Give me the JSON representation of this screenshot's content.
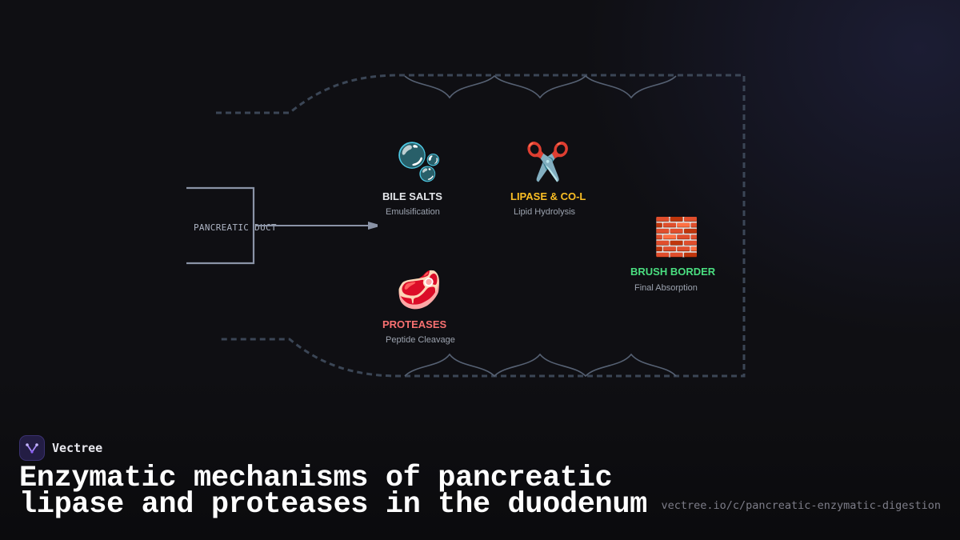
{
  "diagram": {
    "duct_label": "PANCREATIC DUCT",
    "nodes": [
      {
        "id": "bile",
        "icon": "🫧",
        "icon_name": "bubbles-icon",
        "title": "BILE SALTS",
        "subtitle": "Emulsification",
        "color": "#e5e7eb"
      },
      {
        "id": "lipase",
        "icon": "✂️",
        "icon_name": "scissors-icon",
        "title": "LIPASE & CO-L",
        "subtitle": "Lipid Hydrolysis",
        "color": "#fbbf24"
      },
      {
        "id": "protease",
        "icon": "🥩",
        "icon_name": "meat-icon",
        "title": "PROTEASES",
        "subtitle": "Peptide Cleavage",
        "color": "#f87171"
      },
      {
        "id": "brush",
        "icon": "🧱",
        "icon_name": "brick-icon",
        "title": "BRUSH BORDER",
        "subtitle": "Final Absorption",
        "color": "#4ade80"
      }
    ],
    "colors": {
      "outline": "#3b4656",
      "villi": "#566173",
      "duct": "#8a93a6",
      "subtitle": "#9ca3af"
    }
  },
  "footer": {
    "brand": "Vectree",
    "headline": "Enzymatic mechanisms of pancreatic lipase and proteases in the duodenum",
    "url": "vectree.io/c/pancreatic-enzymatic-digestion"
  }
}
